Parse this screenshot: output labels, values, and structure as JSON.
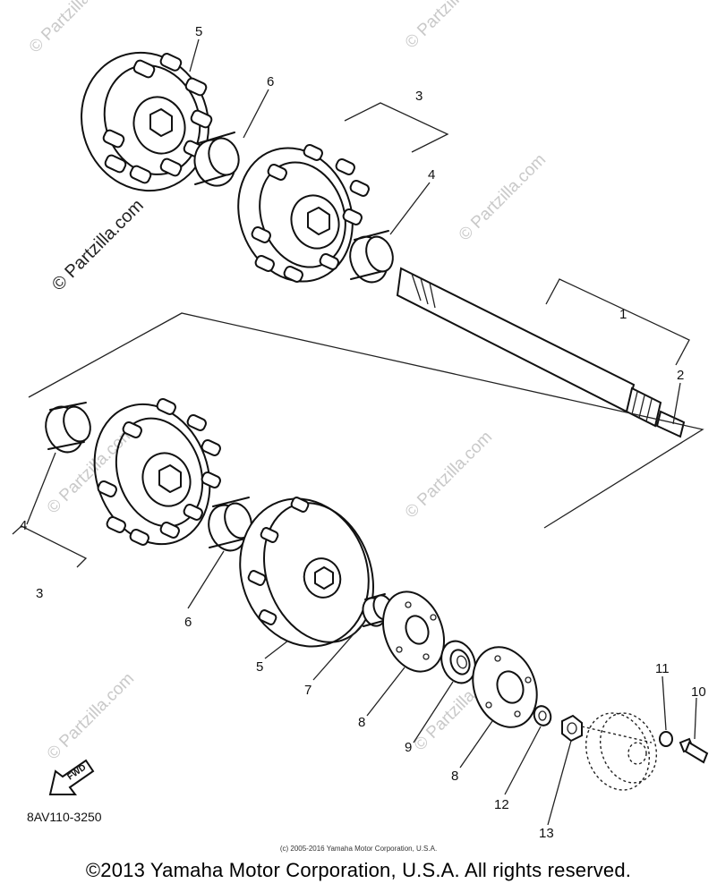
{
  "watermarks": {
    "site": "© Partzilla.com",
    "overlay": "© Partzilla.com"
  },
  "part_code": "8AV110-3250",
  "arrow_label": "FWD",
  "copyright_small": "(c) 2005-2016 Yamaha Motor Corporation, U.S.A.",
  "copyright_main": "©2013 Yamaha Motor Corporation, U.S.A. All rights reserved.",
  "callouts": {
    "n1": "1",
    "n2": "2",
    "n3a": "3",
    "n3b": "3",
    "n4a": "4",
    "n4b": "4",
    "n5a": "5",
    "n5b": "5",
    "n6a": "6",
    "n6b": "6",
    "n7": "7",
    "n8a": "8",
    "n8b": "8",
    "n9": "9",
    "n10": "10",
    "n11": "11",
    "n12": "12",
    "n13": "13"
  }
}
